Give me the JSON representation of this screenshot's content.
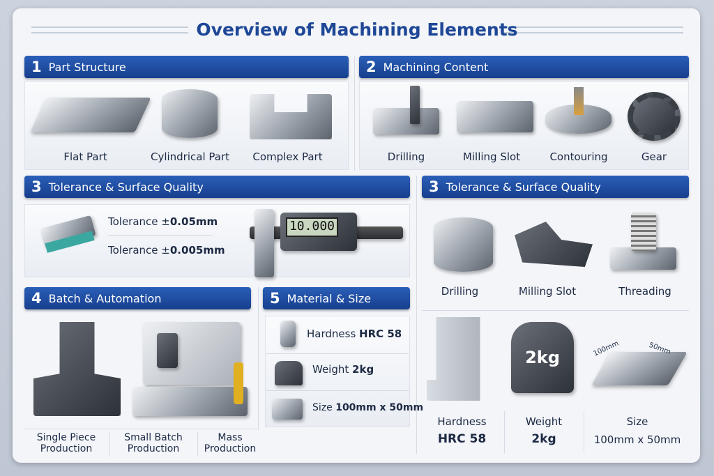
{
  "title": "Overview of Machining Elements",
  "sections": {
    "part_structure": {
      "num": "1",
      "label": "Part Structure",
      "items": [
        "Flat Part",
        "Cylindrical Part",
        "Complex Part"
      ]
    },
    "machining_content": {
      "num": "2",
      "label": "Machining Content",
      "items": [
        "Drilling",
        "Milling Slot",
        "Contouring",
        "Gear"
      ]
    },
    "tolerance_left": {
      "num": "3",
      "label": "Tolerance & Surface Quality",
      "tol1_prefix": "Tolerance ±",
      "tol1_value": "0.05mm",
      "tol2_prefix": "Tolerance ±",
      "tol2_value": "0.005mm",
      "caliper_display": "10.000"
    },
    "tolerance_right": {
      "num": "3",
      "label": "Tolerance & Surface Quality",
      "items": [
        "Drilling",
        "Milling Slot",
        "Threading"
      ],
      "specs": [
        {
          "label": "Hardness",
          "value": "HRC 58"
        },
        {
          "label": "Weight",
          "value": "2kg",
          "icon_text": "2kg"
        },
        {
          "label": "Size",
          "value": "100mm x 50mm",
          "dim1": "100mm",
          "dim2": "50mm"
        }
      ]
    },
    "batch": {
      "num": "4",
      "label": "Batch & Automation",
      "items": [
        "Single Piece\nProduction",
        "Small Batch\nProduction",
        "Mass\nProduction"
      ]
    },
    "material": {
      "num": "5",
      "label": "Material & Size",
      "rows": [
        {
          "label": "Hardness ",
          "value": "HRC 58"
        },
        {
          "label": "Weight ",
          "value": "2kg"
        },
        {
          "label": "Size ",
          "value": "100mm x 50mm"
        }
      ]
    }
  },
  "colors": {
    "accent": "#1e4796",
    "header": "#1d4fa3"
  }
}
